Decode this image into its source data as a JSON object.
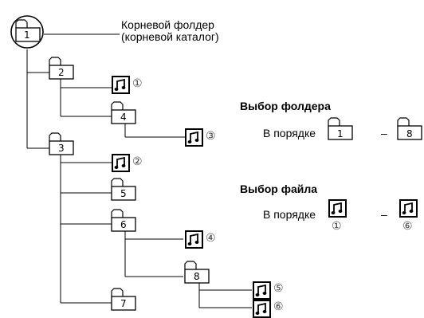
{
  "root_label": {
    "line1": "Корневой фолдер",
    "line2": "(корневой каталог)"
  },
  "folders": {
    "f1": "1",
    "f2": "2",
    "f3": "3",
    "f4": "4",
    "f5": "5",
    "f6": "6",
    "f7": "7",
    "f8": "8"
  },
  "files": {
    "c1": "①",
    "c2": "②",
    "c3": "③",
    "c4": "④",
    "c5": "⑤",
    "c6": "⑥"
  },
  "legend": {
    "folder_select_title": "Выбор фолдера",
    "folder_order_text": "В порядке",
    "folder_from": "1",
    "dash": "–",
    "folder_to": "8",
    "file_select_title": "Выбор файла",
    "file_order_text": "В порядке",
    "file_from": "①",
    "file_to": "⑥"
  },
  "icons": [
    "folder-icon",
    "music-file-icon"
  ]
}
